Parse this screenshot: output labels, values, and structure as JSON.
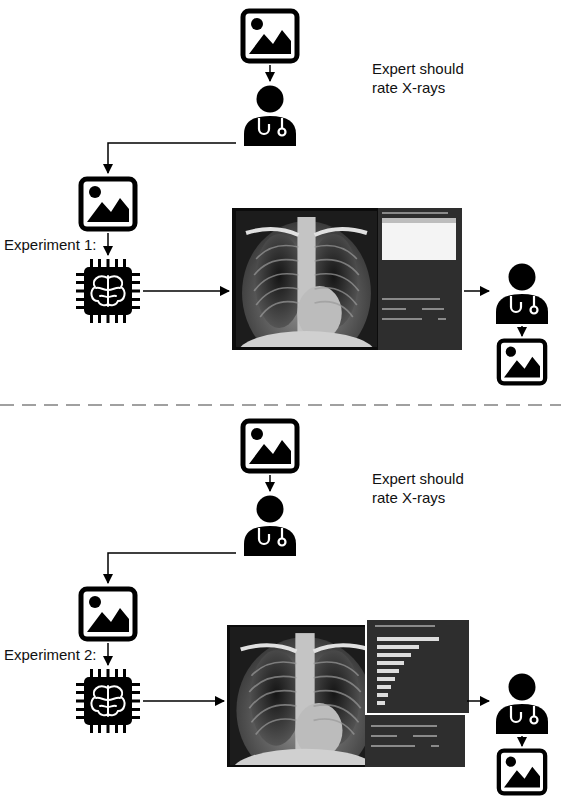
{
  "diagram": {
    "labels": [
      "Expert should rate X-rays",
      "Experiment 1:",
      "Expert should rate X-rays",
      "Experiment 2:"
    ]
  }
}
